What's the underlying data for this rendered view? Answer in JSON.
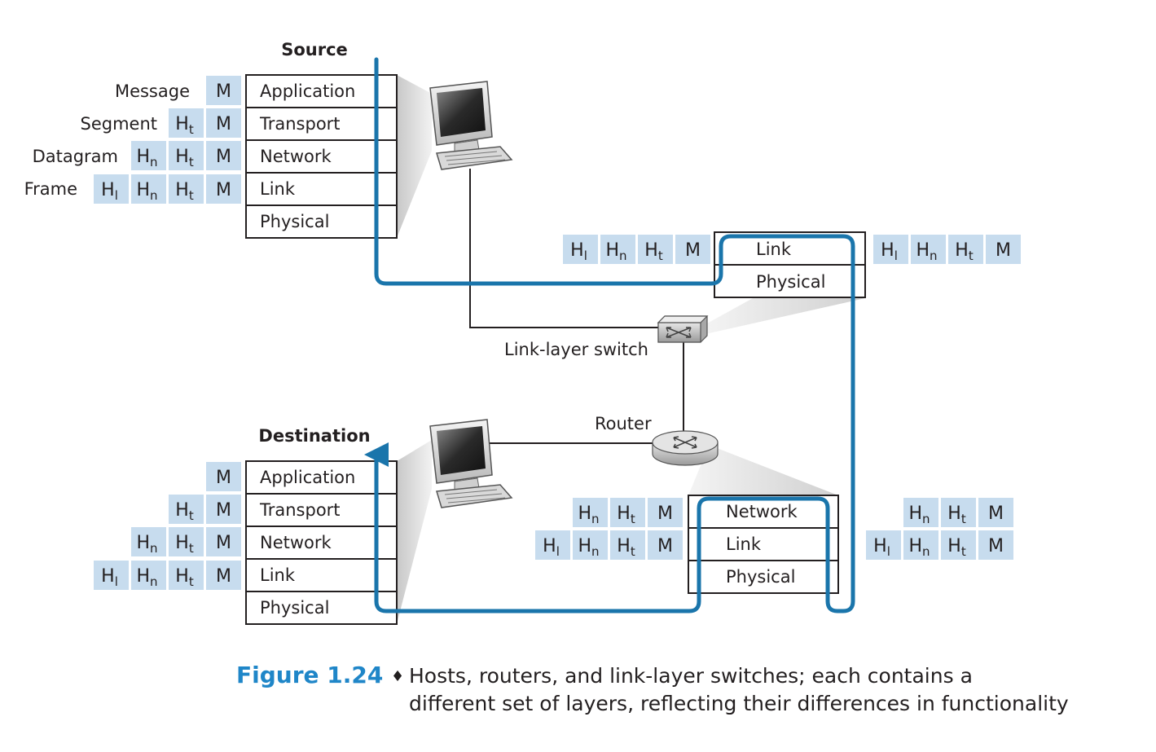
{
  "colors": {
    "path": "#1a75ab",
    "header_cell": "#c7dcee",
    "caption_accent": "#1f86c8"
  },
  "source": {
    "title": "Source",
    "layers": [
      "Application",
      "Transport",
      "Network",
      "Link",
      "Physical"
    ],
    "unit_labels": [
      "Message",
      "Segment",
      "Datagram",
      "Frame"
    ]
  },
  "destination": {
    "title": "Destination",
    "layers": [
      "Application",
      "Transport",
      "Network",
      "Link",
      "Physical"
    ]
  },
  "switch": {
    "label": "Link-layer switch",
    "layers": [
      "Link",
      "Physical"
    ]
  },
  "router": {
    "label": "Router",
    "layers": [
      "Network",
      "Link",
      "Physical"
    ]
  },
  "headers": {
    "M": "M",
    "Ht": {
      "base": "H",
      "sub": "t"
    },
    "Hn": {
      "base": "H",
      "sub": "n"
    },
    "Hl": {
      "base": "H",
      "sub": "l"
    }
  },
  "caption": {
    "figure": "Figure 1.24",
    "bullet": "♦",
    "line1": "Hosts, routers, and link-layer switches; each contains a",
    "line2": "different set of layers, reflecting their differences in functionality"
  },
  "icons": [
    "computer-icon",
    "computer-icon",
    "switch-icon",
    "router-icon"
  ]
}
